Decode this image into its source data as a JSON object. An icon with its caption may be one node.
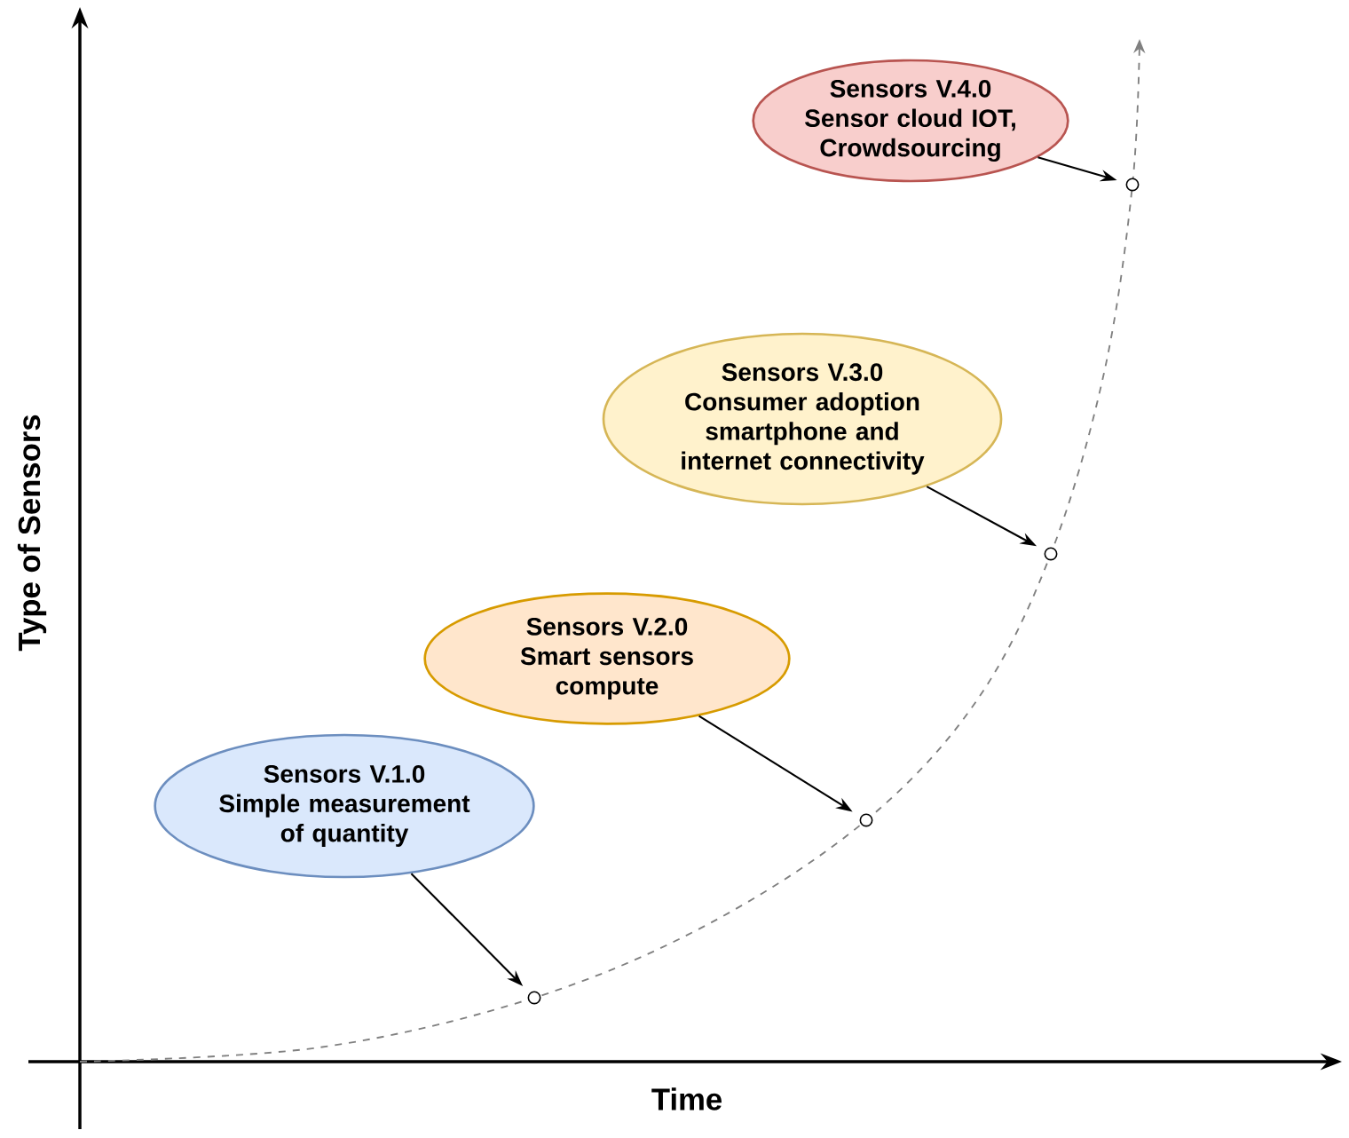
{
  "diagram": {
    "nodes": [
      {
        "text": [
          "Sensors V.4.0",
          "Sensor cloud IOT, Crowdsourcing"
        ]
      },
      {
        "text": [
          "Sensors V.3.0",
          "Consumer adoption smartphone and internet connectivity"
        ]
      },
      {
        "text": [
          "Sensors V.2.0",
          "Smart sensors compute"
        ]
      },
      {
        "text": [
          "Sensors V.1.0",
          "Simple measurement of quantity"
        ]
      },
      {
        "text": [],
        "shape": "circle"
      },
      {
        "text": [],
        "shape": "circle"
      },
      {
        "text": [],
        "shape": "circle"
      },
      {
        "text": [],
        "shape": "circle"
      }
    ],
    "edges": [
      {
        "from": 0,
        "to": 7,
        "arrow": "to"
      },
      {
        "from": 1,
        "to": 6,
        "arrow": "to"
      },
      {
        "from": 2,
        "to": 5,
        "arrow": "to"
      },
      {
        "from": 3,
        "to": 4,
        "arrow": "to"
      }
    ],
    "labels": [
      "Type of Sensors",
      "Time"
    ]
  }
}
